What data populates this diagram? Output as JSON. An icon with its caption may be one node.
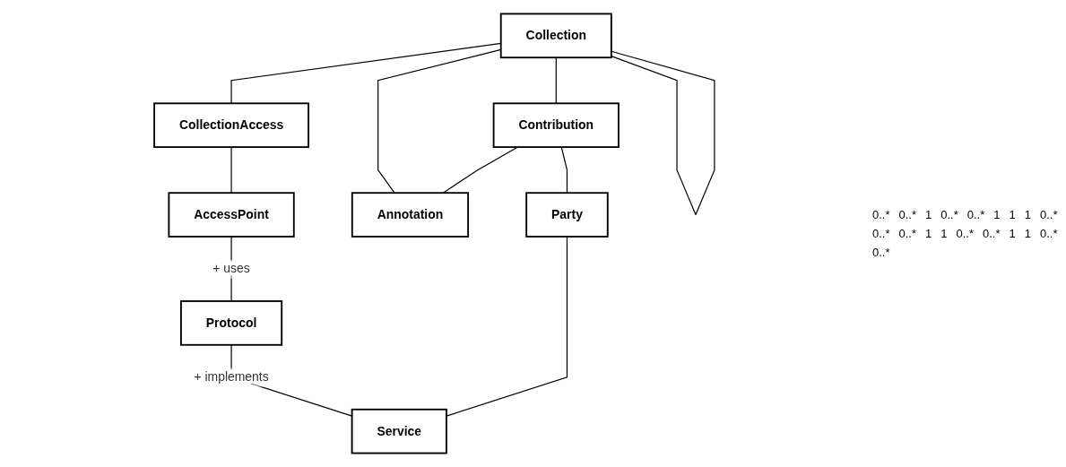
{
  "diagram": {
    "nodes": [
      {
        "text": [
          "Collection"
        ]
      },
      {
        "text": [
          "CollectionAccess"
        ]
      },
      {
        "text": [
          "AccessPoint"
        ]
      },
      {
        "text": [
          "Contribution"
        ]
      },
      {
        "text": [
          "Annotation"
        ]
      },
      {
        "text": [
          "Protocol"
        ]
      },
      {
        "text": [
          "Party"
        ]
      },
      {
        "text": [
          "Service"
        ]
      }
    ],
    "edges": [
      {
        "from": 0,
        "to": 0,
        "arrow": "none"
      },
      {
        "from": 0,
        "to": 1,
        "arrow": "none"
      },
      {
        "from": 1,
        "to": 2,
        "arrow": "none"
      },
      {
        "from": 0,
        "to": 3,
        "arrow": "none"
      },
      {
        "from": 0,
        "to": 4,
        "arrow": "none"
      },
      {
        "from": 3,
        "to": 4,
        "arrow": "none"
      },
      {
        "from": 2,
        "to": 5,
        "arrow": "none",
        "label": "+ uses"
      },
      {
        "from": 5,
        "to": 7,
        "arrow": "none",
        "label": "+ implements"
      },
      {
        "from": 3,
        "to": 6,
        "arrow": "none"
      },
      {
        "from": 6,
        "to": 7,
        "arrow": "none"
      }
    ],
    "labels": [
      "0..*",
      "0..*",
      "1",
      "0..*",
      "0..*",
      "1",
      "1",
      "1",
      "0..*",
      "0..*",
      "0..*",
      "1",
      "1",
      "0..*",
      "0..*",
      "1",
      "1",
      "0..*",
      "0..*"
    ]
  }
}
